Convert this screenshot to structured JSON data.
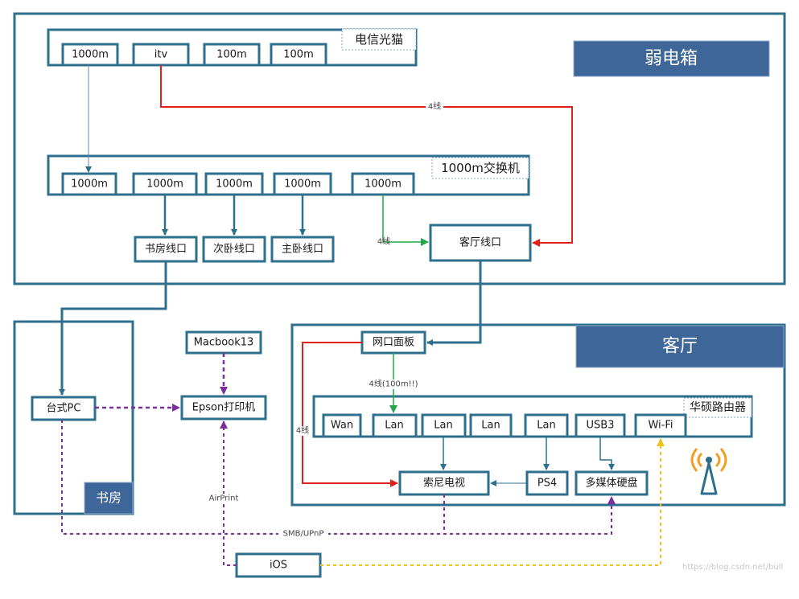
{
  "areas": {
    "weak_box": "弱电箱",
    "living_room": "客厅",
    "study": "书房"
  },
  "modem": {
    "title": "电信光猫",
    "ports": [
      "1000m",
      "itv",
      "100m",
      "100m"
    ]
  },
  "switch": {
    "title": "1000m交换机",
    "ports": [
      "1000m",
      "1000m",
      "1000m",
      "1000m",
      "1000m"
    ]
  },
  "outlets": {
    "study": "书房线口",
    "second_bedroom": "次卧线口",
    "master_bedroom": "主卧线口",
    "living": "客厅线口"
  },
  "router": {
    "title": "华硕路由器",
    "ports": [
      "Wan",
      "Lan",
      "Lan",
      "Lan",
      "Lan",
      "USB3",
      "Wi-Fi"
    ]
  },
  "devices": {
    "panel": "网口面板",
    "pc": "台式PC",
    "macbook": "Macbook13",
    "printer": "Epson打印机",
    "tv": "索尼电视",
    "ps4": "PS4",
    "hdd": "多媒体硬盘",
    "ios": "iOS"
  },
  "edge_labels": {
    "wire4_a": "4线",
    "wire4_b": "4线",
    "wire4_100m": "4线(100m!!)",
    "wire4_c": "4线",
    "airprint": "AirPrint",
    "smb": "SMB/UPnP"
  },
  "watermark": "https://blog.csdn.net/bull",
  "colors": {
    "wire": "#2e6f8e",
    "red": "#e0201a",
    "green": "#22a84a",
    "purple": "#7b2f9a",
    "yellow": "#f0c020",
    "banner": "#3f6699"
  }
}
